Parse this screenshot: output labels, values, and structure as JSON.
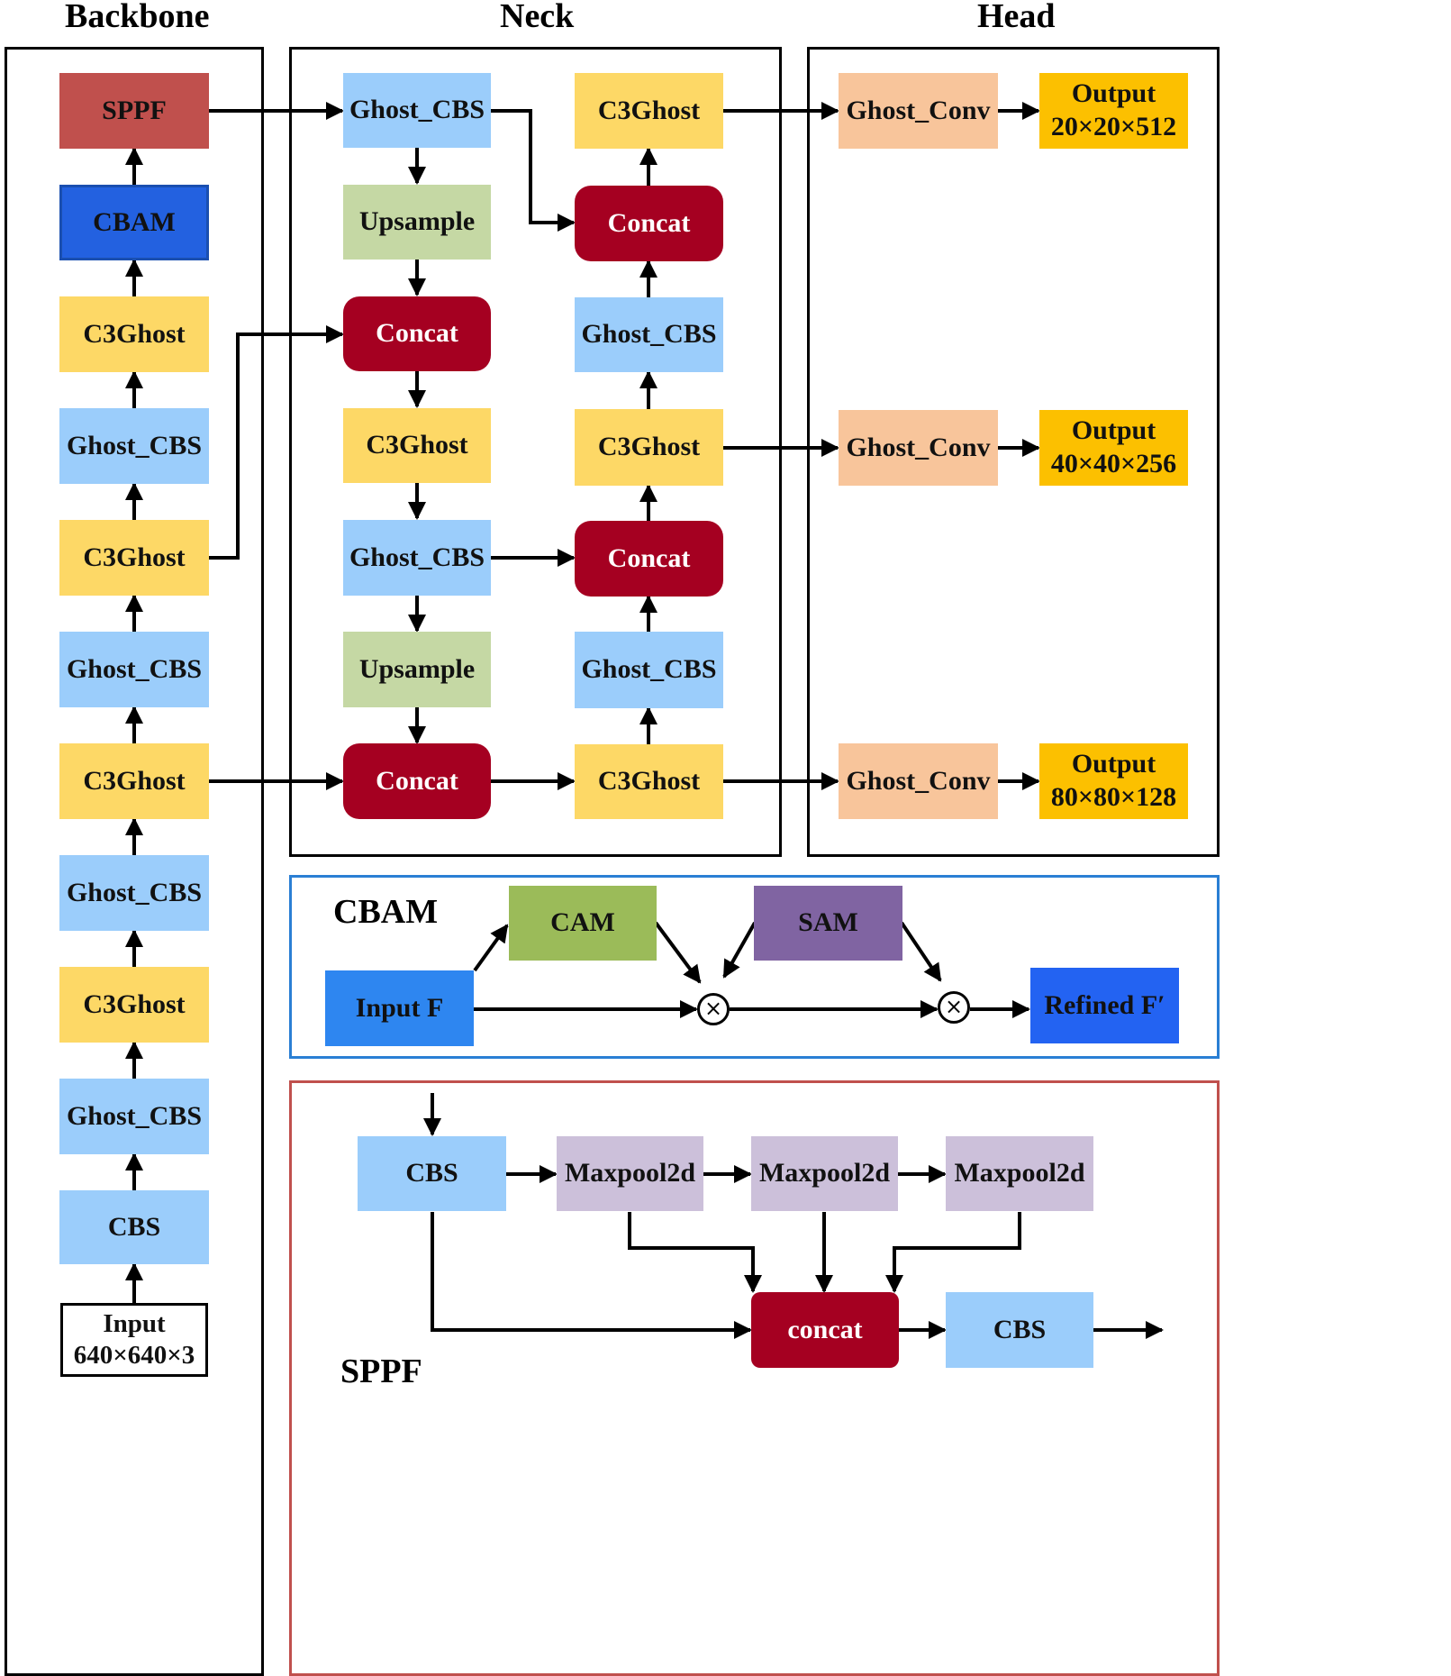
{
  "titles": {
    "backbone": "Backbone",
    "neck": "Neck",
    "head": "Head"
  },
  "backbone": {
    "sppf": "SPPF",
    "cbam": "CBAM",
    "c3ghost_4": "C3Ghost",
    "ghost_cbs_4": "Ghost_CBS",
    "c3ghost_3": "C3Ghost",
    "ghost_cbs_3": "Ghost_CBS",
    "c3ghost_2": "C3Ghost",
    "ghost_cbs_2": "Ghost_CBS",
    "c3ghost_1": "C3Ghost",
    "ghost_cbs_1": "Ghost_CBS",
    "cbs": "CBS",
    "input_line1": "Input",
    "input_line2": "640×640×3"
  },
  "neck": {
    "left": {
      "ghost_cbs_top": "Ghost_CBS",
      "upsample_1": "Upsample",
      "concat_1": "Concat",
      "c3ghost": "C3Ghost",
      "ghost_cbs_mid": "Ghost_CBS",
      "upsample_2": "Upsample",
      "concat_2": "Concat"
    },
    "right": {
      "c3ghost_top": "C3Ghost",
      "concat_top": "Concat",
      "ghost_cbs_upper": "Ghost_CBS",
      "c3ghost_mid": "C3Ghost",
      "concat_mid": "Concat",
      "ghost_cbs_lower": "Ghost_CBS",
      "c3ghost_bottom": "C3Ghost"
    }
  },
  "head": {
    "rows": [
      {
        "conv": "Ghost_Conv",
        "output_label": "Output",
        "output_size": "20×20×512"
      },
      {
        "conv": "Ghost_Conv",
        "output_label": "Output",
        "output_size": "40×40×256"
      },
      {
        "conv": "Ghost_Conv",
        "output_label": "Output",
        "output_size": "80×80×128"
      }
    ]
  },
  "cbam_detail": {
    "title": "CBAM",
    "input": "Input F",
    "cam": "CAM",
    "sam": "SAM",
    "refined": "Refined F′",
    "multiply_symbol": "×"
  },
  "sppf_detail": {
    "title": "SPPF",
    "cbs_in": "CBS",
    "maxpool_1": "Maxpool2d",
    "maxpool_2": "Maxpool2d",
    "maxpool_3": "Maxpool2d",
    "concat": "concat",
    "cbs_out": "CBS"
  },
  "colors": {
    "sppf": "#c0504d",
    "cbam": "#2361e0",
    "c3ghost": "#fdd866",
    "ghost_cbs": "#9bcdfb",
    "upsample": "#c5d8a4",
    "concat": "#a50021",
    "ghost_conv": "#f8c59b",
    "output": "#fcc000",
    "cam": "#9bbb59",
    "sam": "#8064a2",
    "maxpool": "#ccc0da",
    "cbam_frame": "#2a7fd4",
    "sppf_frame": "#c0504d"
  }
}
